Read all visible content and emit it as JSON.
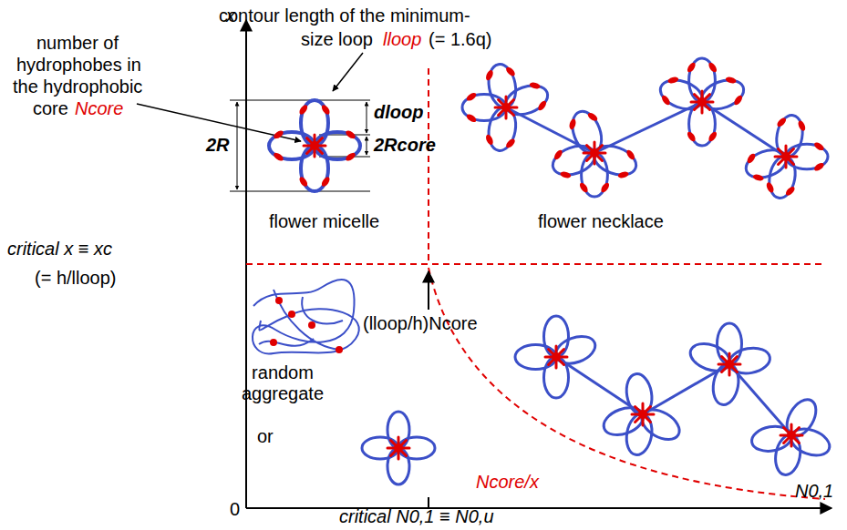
{
  "diagram": {
    "labels": [
      "contour length of the minimum-",
      "size loop",
      "lloop",
      "(= 1.6q)",
      "number of",
      "hydrophobes in",
      "the hydrophobic",
      "core",
      "Ncore",
      "dloop",
      "2R",
      "2Rcore",
      "flower micelle",
      "flower necklace",
      "critical x ≡ xc",
      "(= h/lloop)",
      "random aggregate",
      "or",
      "(lloop/h)Ncore",
      "Ncore/x",
      "critical N0,1 ≡ N0,u",
      "x",
      "0",
      "N0,1"
    ]
  }
}
